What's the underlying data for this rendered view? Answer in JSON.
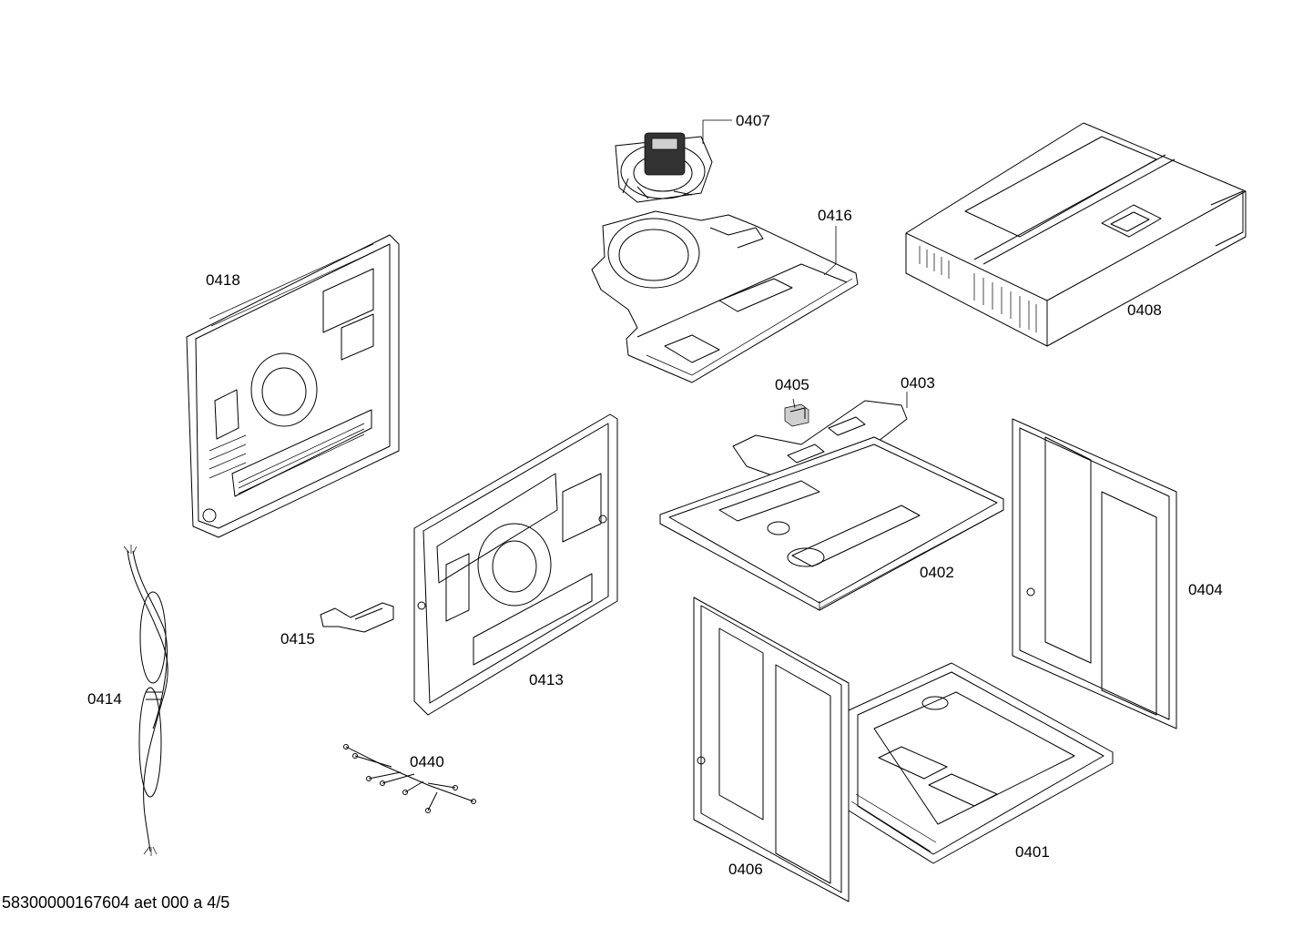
{
  "labels": {
    "p0407": "0407",
    "p0416": "0416",
    "p0408": "0408",
    "p0418": "0418",
    "p0405": "0405",
    "p0403": "0403",
    "p0402": "0402",
    "p0404": "0404",
    "p0413": "0413",
    "p0415": "0415",
    "p0414": "0414",
    "p0440": "0440",
    "p0406": "0406",
    "p0401": "0401"
  },
  "footer": "58300000167604 aet 000 a 4/5"
}
